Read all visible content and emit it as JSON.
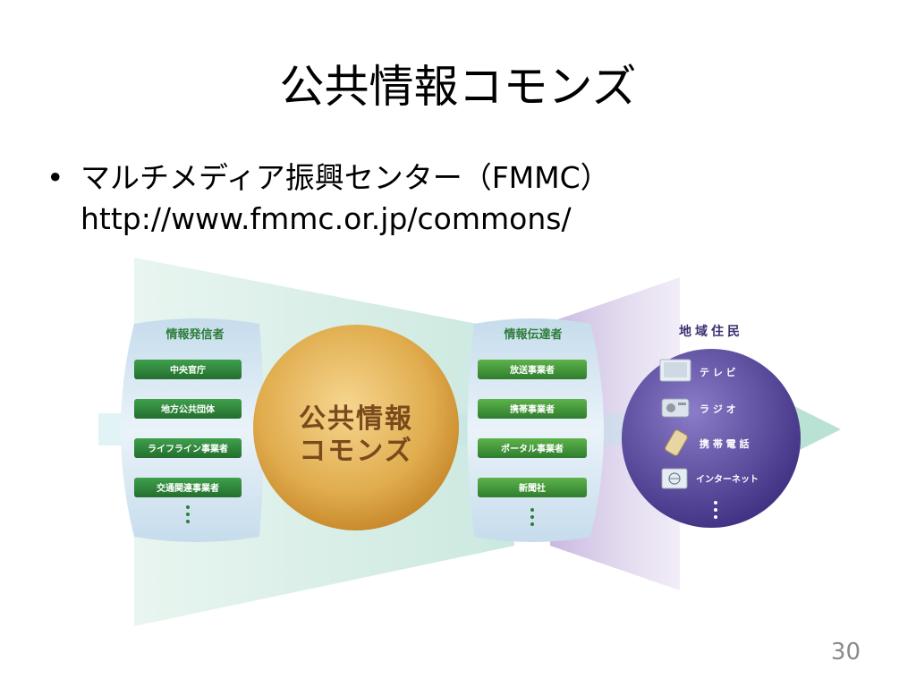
{
  "slide": {
    "title": "公共情報コモンズ",
    "bullet_line1": "マルチメディア振興センター（FMMC）",
    "bullet_line2": "http://www.fmmc.or.jp/commons/",
    "page_number": "30"
  },
  "diagram": {
    "senders": {
      "header": "情報発信者",
      "items": [
        "中央官庁",
        "地方公共団体",
        "ライフライン事業者",
        "交通関連事業者"
      ]
    },
    "center": {
      "line1": "公共情報",
      "line2": "コモンズ"
    },
    "transmitters": {
      "header": "情報伝達者",
      "items": [
        "放送事業者",
        "携帯事業者",
        "ポータル事業者",
        "新聞社"
      ]
    },
    "residents": {
      "header": "地域住民",
      "items": [
        {
          "label": "テ レ ビ",
          "icon": "tv-icon"
        },
        {
          "label": "ラ ジ オ",
          "icon": "radio-icon"
        },
        {
          "label": "携 帯 電 話",
          "icon": "mobile-phone-icon"
        },
        {
          "label": "インターネット",
          "icon": "computer-icon"
        }
      ]
    },
    "colors": {
      "green_button": "#2f8a3c",
      "header_green": "#2e7d3a",
      "circle_gold": "#d9a344",
      "center_text": "#7a4a1c",
      "resident_purple": "#4a3d8c",
      "beam_teal": "#cfe9e1",
      "beam_purple": "#b9a9d6"
    }
  }
}
